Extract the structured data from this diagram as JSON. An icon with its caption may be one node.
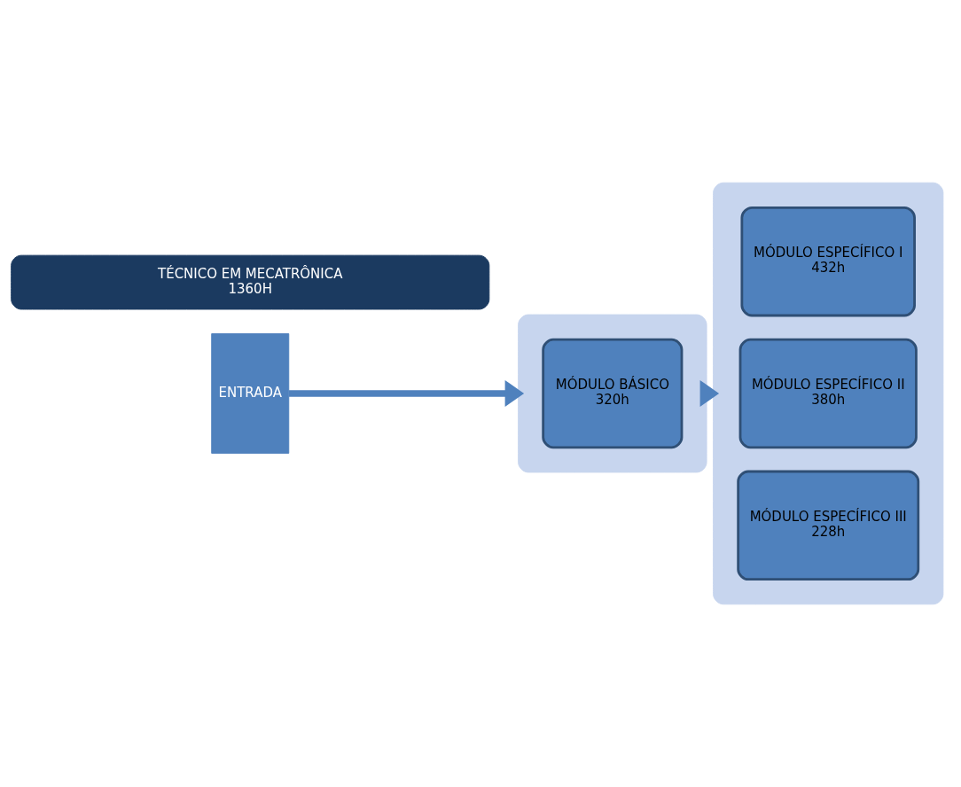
{
  "diagram": {
    "nodes": [
      {
        "text": [
          "ENTRADA"
        ]
      },
      {
        "text": [],
        "shape": "box"
      },
      {
        "text": [
          "MÓDULO BÁSICO",
          "320h"
        ],
        "in": 1
      },
      {
        "text": [],
        "shape": "box"
      },
      {
        "text": [
          "MÓDULO ESPECÍFICO I",
          "432h"
        ],
        "in": 3
      },
      {
        "text": [
          "MÓDULO ESPECÍFICO II",
          "380h"
        ],
        "in": 3
      },
      {
        "text": [
          "MÓDULO ESPECÍFICO III",
          "228h"
        ],
        "in": 3
      },
      {
        "text": [
          "TÉCNICO EM MECATRÔNICA",
          "1360H"
        ]
      }
    ],
    "edges": [
      {
        "from": 0,
        "to": 1,
        "arrow": "to"
      },
      {
        "from": 1,
        "to": 3,
        "arrow": "to"
      }
    ]
  }
}
